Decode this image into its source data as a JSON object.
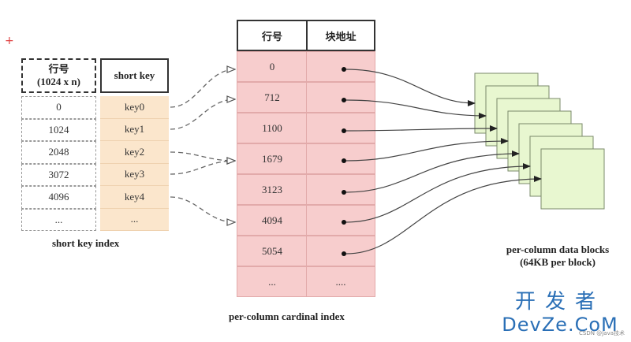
{
  "left_index": {
    "rowid_header_line1": "行号",
    "rowid_header_line2": "(1024 x n)",
    "shortkey_header": "short key",
    "rows": [
      "0",
      "1024",
      "2048",
      "3072",
      "4096",
      "..."
    ],
    "keys": [
      "key0",
      "key1",
      "key2",
      "key3",
      "key4",
      "..."
    ],
    "caption": "short key index"
  },
  "cardinal_index": {
    "col1_header": "行号",
    "col2_header": "块地址",
    "rows": [
      "0",
      "712",
      "1100",
      "1679",
      "3123",
      "4094",
      "5054",
      "..."
    ],
    "tail_addr": "....",
    "caption": "per-column cardinal index"
  },
  "data_blocks": {
    "count": 7,
    "caption_line1": "per-column data blocks",
    "caption_line2": "(64KB per block)",
    "fill_color": "#e8f7d0",
    "stroke_color": "#7a8a6a"
  },
  "colors": {
    "key_fill": "#fbe6cc",
    "cardinal_fill": "#f7cdcd",
    "arrow": "#444444"
  },
  "watermark": {
    "cn": "开发者",
    "en": "DevZe.CoM",
    "small": "CSDN @Java技术"
  }
}
